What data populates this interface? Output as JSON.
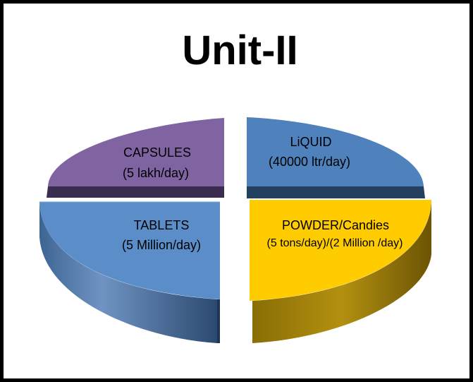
{
  "chart_data": {
    "type": "pie",
    "style": "3d-exploded",
    "title": "Unit-II",
    "slices": [
      {
        "key": "capsules",
        "label": "CAPSULES",
        "sublabel": "(5 lakh/day)",
        "value": 25,
        "color": "#8064a2"
      },
      {
        "key": "liquid",
        "label": "LiQUID",
        "sublabel": "(40000 ltr/day)",
        "value": 25,
        "color": "#4f81bd"
      },
      {
        "key": "tablets",
        "label": "TABLETS",
        "sublabel": "(5 Million/day)",
        "value": 25,
        "color": "#4f81bd"
      },
      {
        "key": "powder",
        "label": "POWDER/Candies",
        "sublabel": "(5 tons/day)/(2 Million /day)",
        "value": 25,
        "color": "#ffcc00"
      }
    ],
    "legend": "none"
  }
}
